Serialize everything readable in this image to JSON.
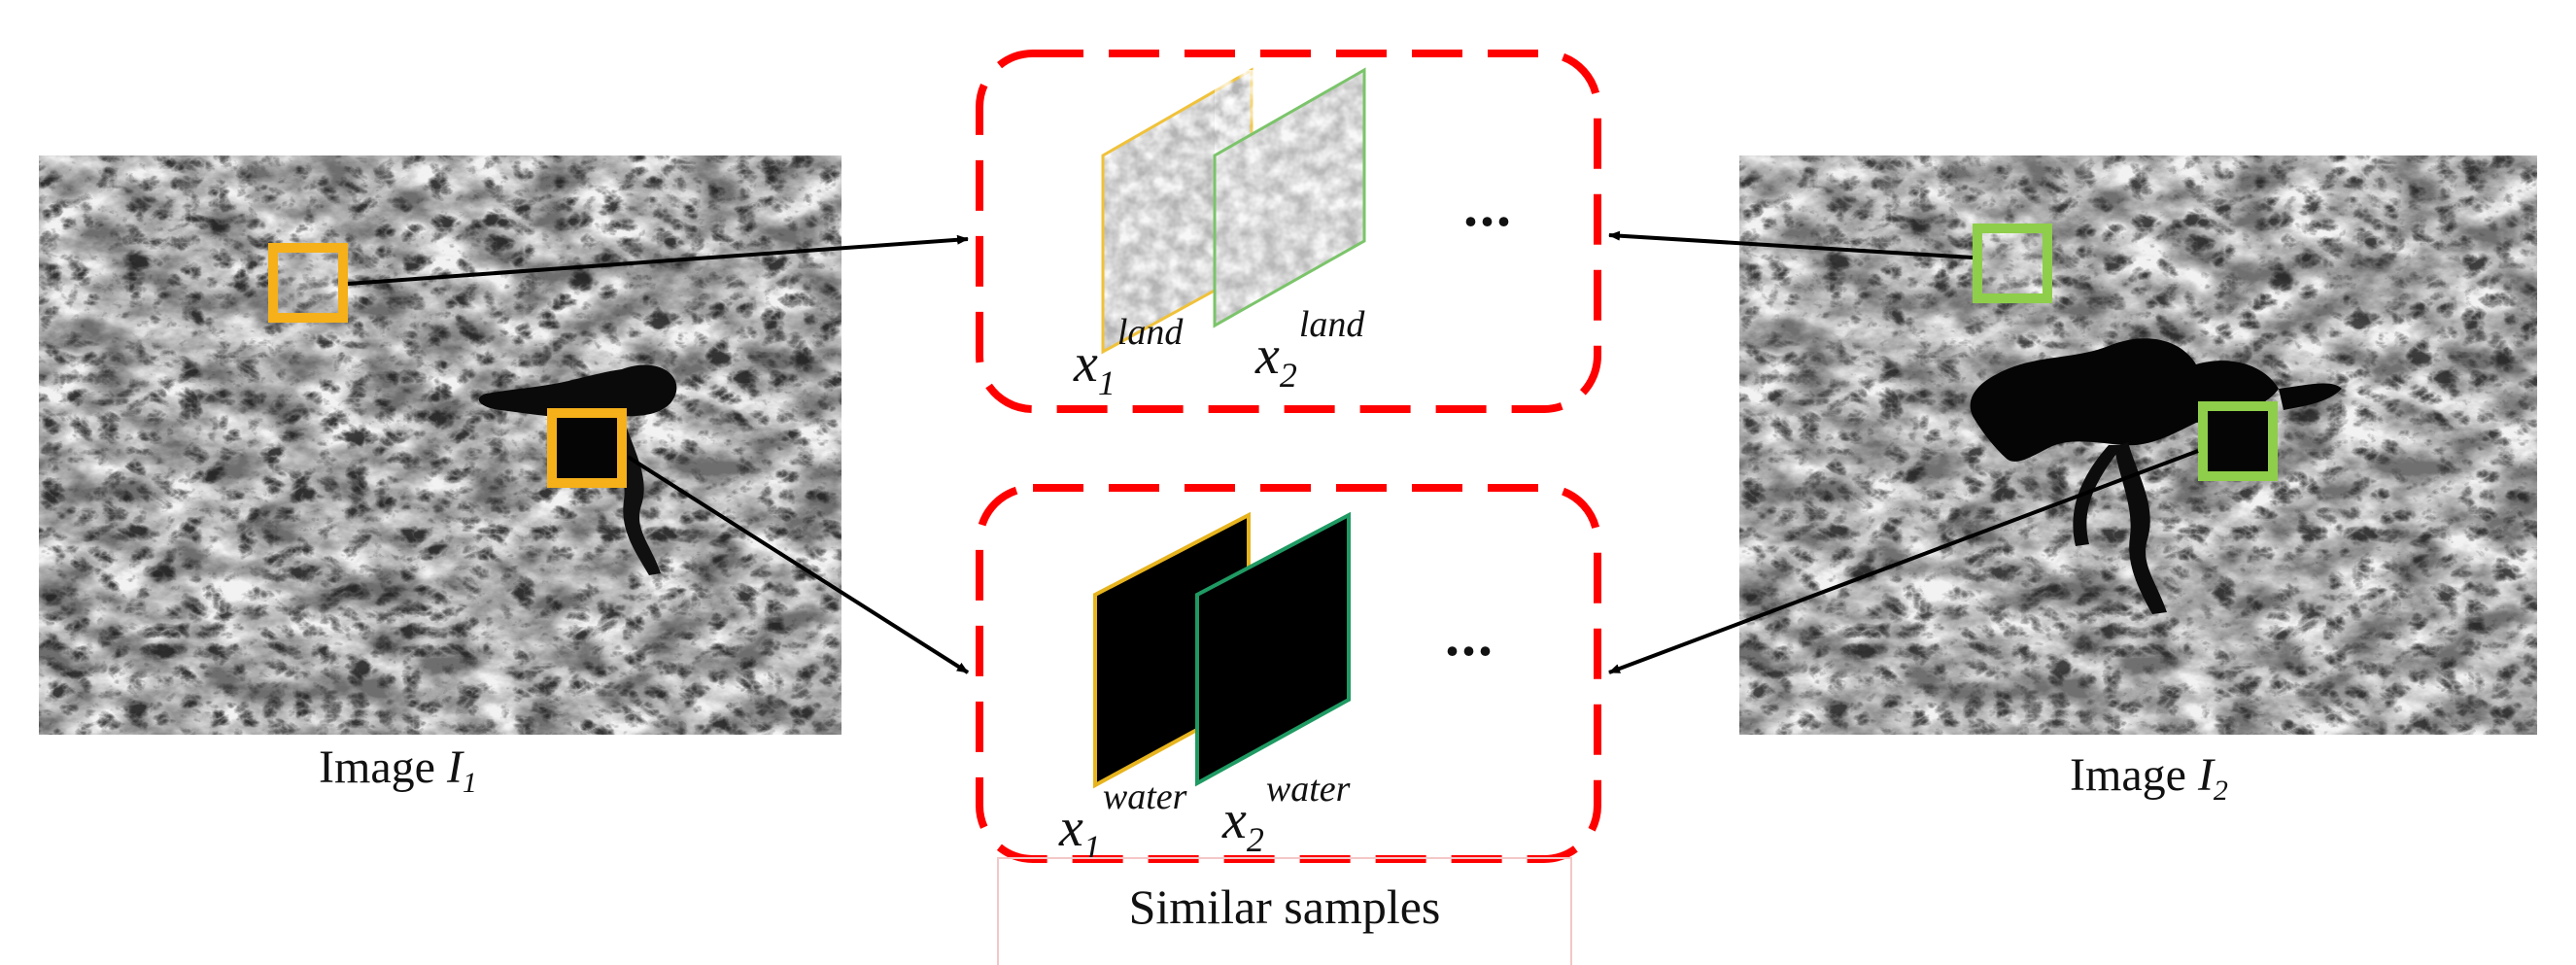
{
  "image1": {
    "label": "Image",
    "symbol": "I",
    "subscript": "1"
  },
  "image2": {
    "label": "Image",
    "symbol": "I",
    "subscript": "2"
  },
  "land_group": {
    "sample1": {
      "base": "x",
      "sub": "1",
      "sup": "land"
    },
    "sample2": {
      "base": "x",
      "sub": "2",
      "sup": "land"
    },
    "ellipsis": "..."
  },
  "water_group": {
    "sample1": {
      "base": "x",
      "sub": "1",
      "sup": "water"
    },
    "sample2": {
      "base": "x",
      "sub": "2",
      "sup": "water"
    },
    "ellipsis": "..."
  },
  "caption": "Similar samples",
  "colors": {
    "marker_image1": "#f5b01a",
    "marker_image2": "#8fce4a",
    "group_border": "#ff0000",
    "arrow": "#000000"
  }
}
